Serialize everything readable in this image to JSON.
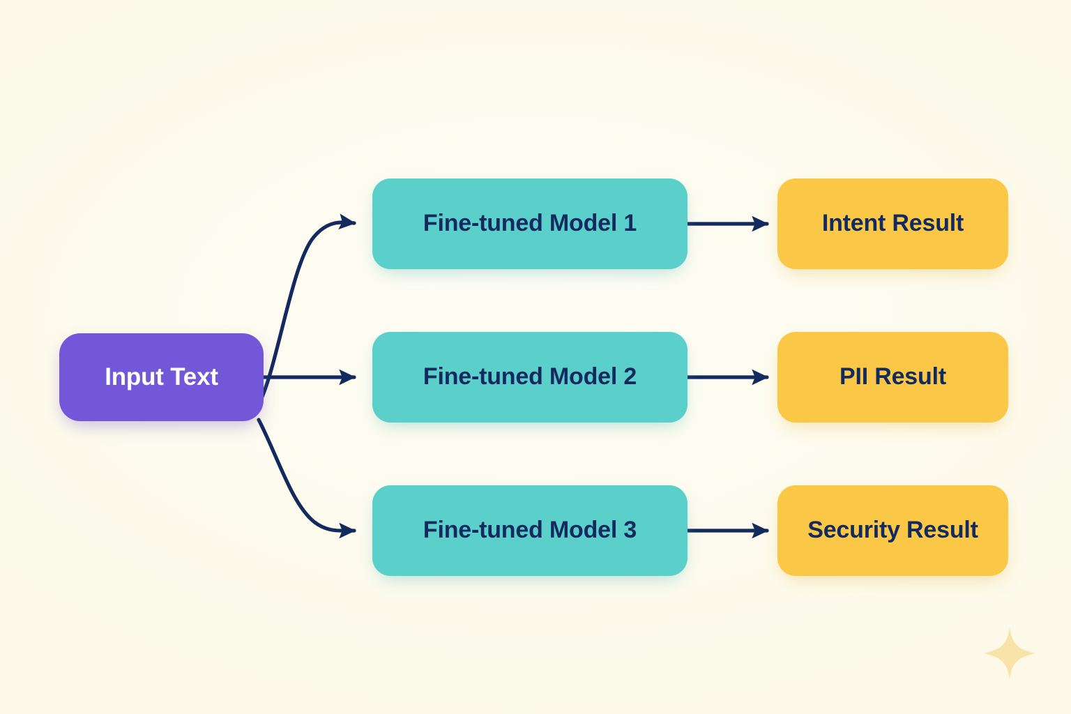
{
  "diagram": {
    "title": "",
    "background_color": "#fdfbef",
    "edge_color": "#122a5e",
    "nodes": {
      "input": {
        "label": "Input Text",
        "color": "#7258d8",
        "text_color": "#ffffff"
      },
      "models": [
        {
          "label": "Fine-tuned Model 1",
          "color": "#5bd0cb",
          "text_color": "#132a5e"
        },
        {
          "label": "Fine-tuned Model 2",
          "color": "#5bd0cb",
          "text_color": "#132a5e"
        },
        {
          "label": "Fine-tuned Model 3",
          "color": "#5bd0cb",
          "text_color": "#132a5e"
        }
      ],
      "results": [
        {
          "label": "Intent Result",
          "color": "#fac746",
          "text_color": "#132a5e"
        },
        {
          "label": "PII Result",
          "color": "#fac746",
          "text_color": "#132a5e"
        },
        {
          "label": "Security Result",
          "color": "#fac746",
          "text_color": "#132a5e"
        }
      ]
    },
    "edges": [
      {
        "from": "Input Text",
        "to": "Fine-tuned Model 1",
        "style": "curved",
        "arrow": true
      },
      {
        "from": "Input Text",
        "to": "Fine-tuned Model 2",
        "style": "straight",
        "arrow": true
      },
      {
        "from": "Input Text",
        "to": "Fine-tuned Model 3",
        "style": "curved",
        "arrow": true
      },
      {
        "from": "Fine-tuned Model 1",
        "to": "Intent Result",
        "style": "straight",
        "arrow": true
      },
      {
        "from": "Fine-tuned Model 2",
        "to": "PII Result",
        "style": "straight",
        "arrow": true
      },
      {
        "from": "Fine-tuned Model 3",
        "to": "Security Result",
        "style": "straight",
        "arrow": true
      }
    ],
    "decorations": [
      {
        "name": "sparkle-icon",
        "color": "#f8e4a9"
      }
    ]
  }
}
